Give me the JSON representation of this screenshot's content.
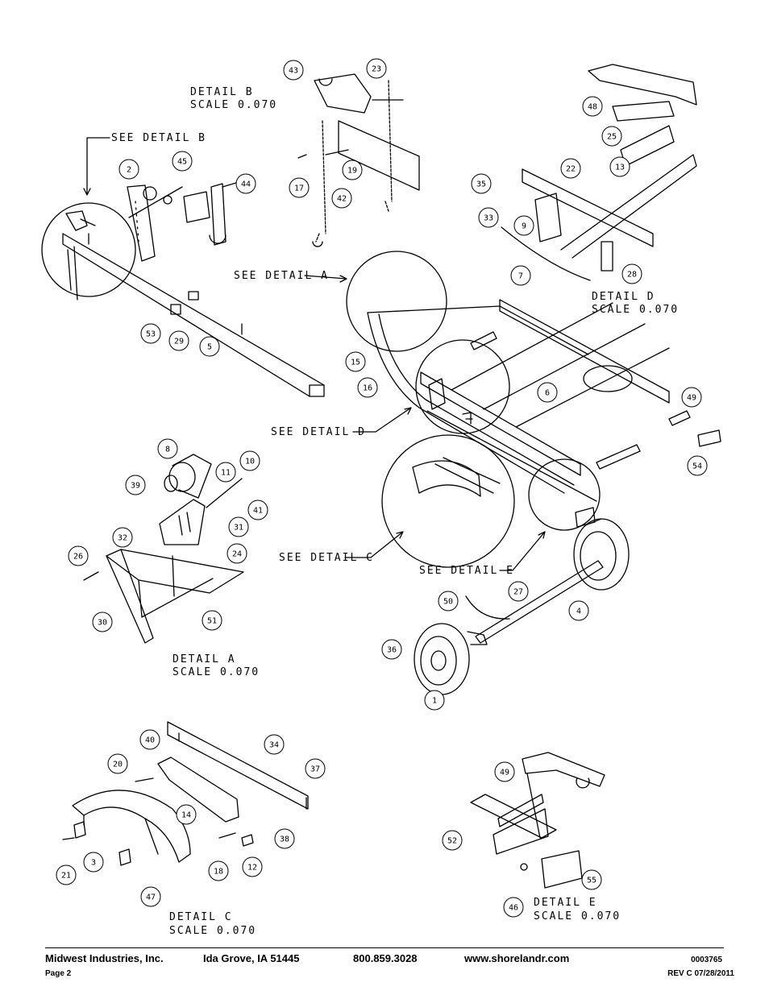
{
  "detail_labels": {
    "detail_b": "DETAIL  B",
    "detail_b_scale": "SCALE  0.070",
    "see_detail_b": "SEE DETAIL  B",
    "see_detail_a": "SEE DETAIL  A",
    "detail_d": "DETAIL  D",
    "detail_d_scale": "SCALE  0.070",
    "see_detail_d": "SEE DETAIL  D",
    "see_detail_c": "SEE DETAIL  C",
    "see_detail_e": "SEE DETAIL  E",
    "detail_a": "DETAIL  A",
    "detail_a_scale": "SCALE  0.070",
    "detail_c": "DETAIL  C",
    "detail_c_scale": "SCALE  0.070",
    "detail_e": "DETAIL  E",
    "detail_e_scale": "SCALE  0.070"
  },
  "callouts": [
    "43",
    "23",
    "2",
    "45",
    "44",
    "19",
    "17",
    "42",
    "53",
    "29",
    "5",
    "48",
    "25",
    "13",
    "22",
    "35",
    "33",
    "9",
    "28",
    "7",
    "15",
    "16",
    "6",
    "49",
    "54",
    "8",
    "10",
    "11",
    "39",
    "41",
    "32",
    "31",
    "24",
    "26",
    "30",
    "51",
    "50",
    "27",
    "4",
    "36",
    "1",
    "40",
    "34",
    "20",
    "37",
    "14",
    "38",
    "3",
    "21",
    "18",
    "12",
    "47",
    "49",
    "52",
    "55",
    "46"
  ],
  "footer": {
    "company": "Midwest Industries, Inc.",
    "city": "Ida Grove, IA  51445",
    "phone": "800.859.3028",
    "website": "www.shorelandr.com",
    "doc_number": "0003765",
    "page": "Page 2",
    "revision": "REV C   07/28/2011"
  }
}
